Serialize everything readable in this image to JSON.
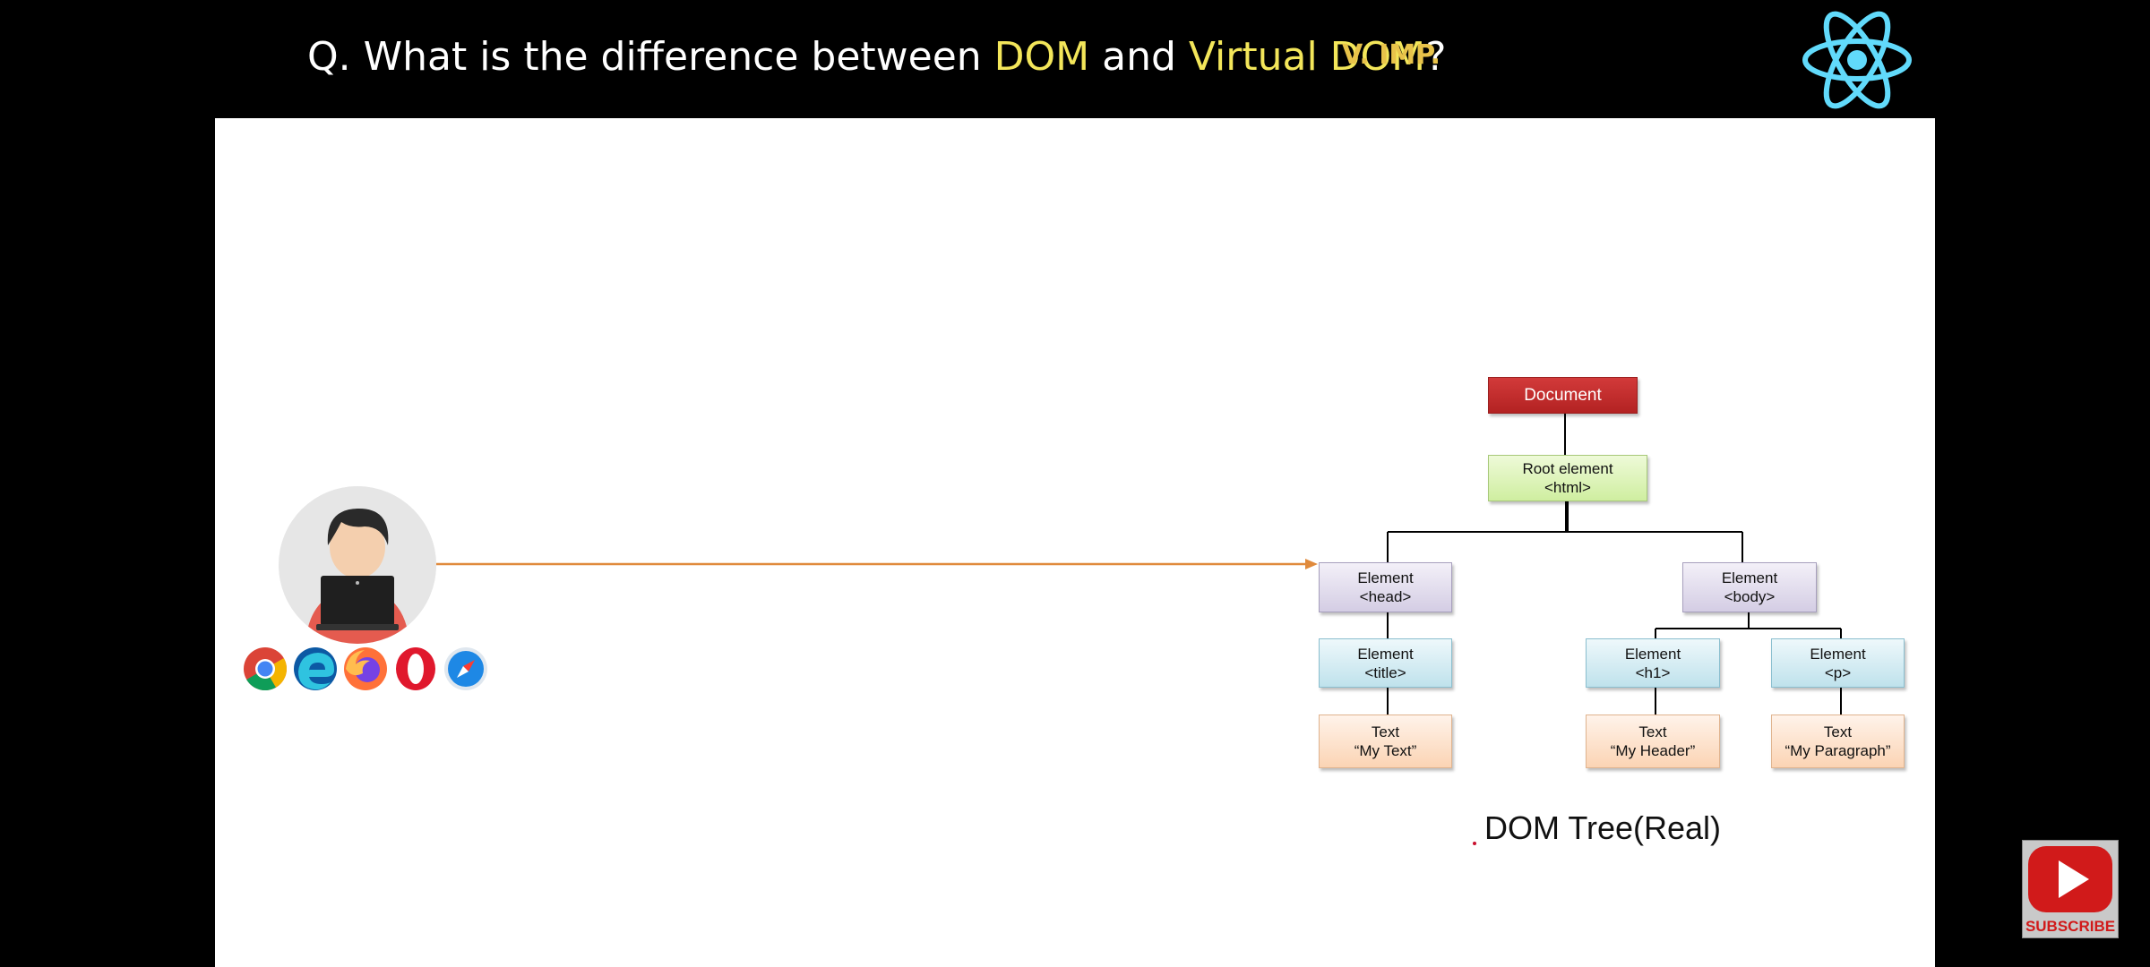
{
  "header": {
    "title_prefix": "Q. What is the difference between ",
    "dom": "DOM",
    "and": " and ",
    "virtual_dom": "Virtual DOM",
    "question_mark": "?",
    "importance": "V. IMP."
  },
  "diagram": {
    "document": "Document",
    "root_line1": "Root element",
    "root_line2": "<html>",
    "head_line1": "Element",
    "head_line2": "<head>",
    "body_line1": "Element",
    "body_line2": "<body>",
    "title_line1": "Element",
    "title_line2": "<title>",
    "h1_line1": "Element",
    "h1_line2": "<h1>",
    "p_line1": "Element",
    "p_line2": "<p>",
    "text1_line1": "Text",
    "text1_line2": "“My Text”",
    "text2_line1": "Text",
    "text2_line2": "“My Header”",
    "text3_line1": "Text",
    "text3_line2": "“My Paragraph”",
    "caption": "DOM Tree(Real)"
  },
  "browsers": [
    "chrome-icon",
    "edge-icon",
    "firefox-icon",
    "opera-icon",
    "safari-icon"
  ],
  "subscribe": {
    "label": "SUBSCRIBE"
  },
  "colors": {
    "highlight": "#f3e65a",
    "importance": "#e8c34a",
    "react": "#61dafb",
    "arrow": "#e08a3c",
    "document_node": "#c62d2d"
  }
}
